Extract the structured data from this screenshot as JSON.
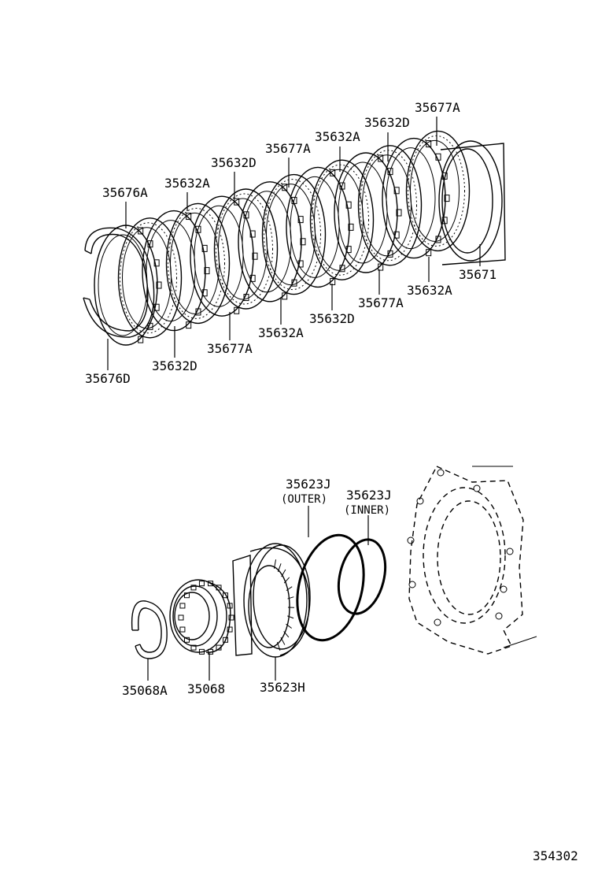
{
  "labels": {
    "p35677A_top": "35677A",
    "p35632D_top2": "35632D",
    "p35632A_top2": "35632A",
    "p35677A_top3": "35677A",
    "p35632D_top3": "35632D",
    "p35632A_top4": "35632A",
    "p35676A": "35676A",
    "p35671": "35671",
    "p35632A_r": "35632A",
    "p35677A_r": "35677A",
    "p35632D_r": "35632D",
    "p35632A_m": "35632A",
    "p35677A_m": "35677A",
    "p35632D_l": "35632D",
    "p35676D": "35676D",
    "p35623J_outer": "35623J",
    "outer_note": "(OUTER)",
    "p35623J_inner": "35623J",
    "inner_note": "(INNER)",
    "p35068A": "35068A",
    "p35068": "35068",
    "p35623H": "35623H",
    "figure_code": "354302"
  }
}
